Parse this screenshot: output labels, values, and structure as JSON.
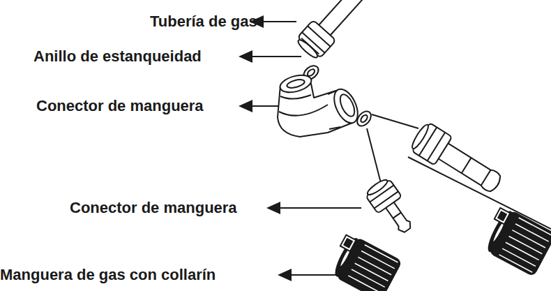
{
  "diagram": {
    "labels": [
      "Tubería de gas",
      "Anillo de estanqueidad",
      "Conector de manguera",
      "Conector de manguera",
      "Manguera de gas con collarín"
    ]
  }
}
